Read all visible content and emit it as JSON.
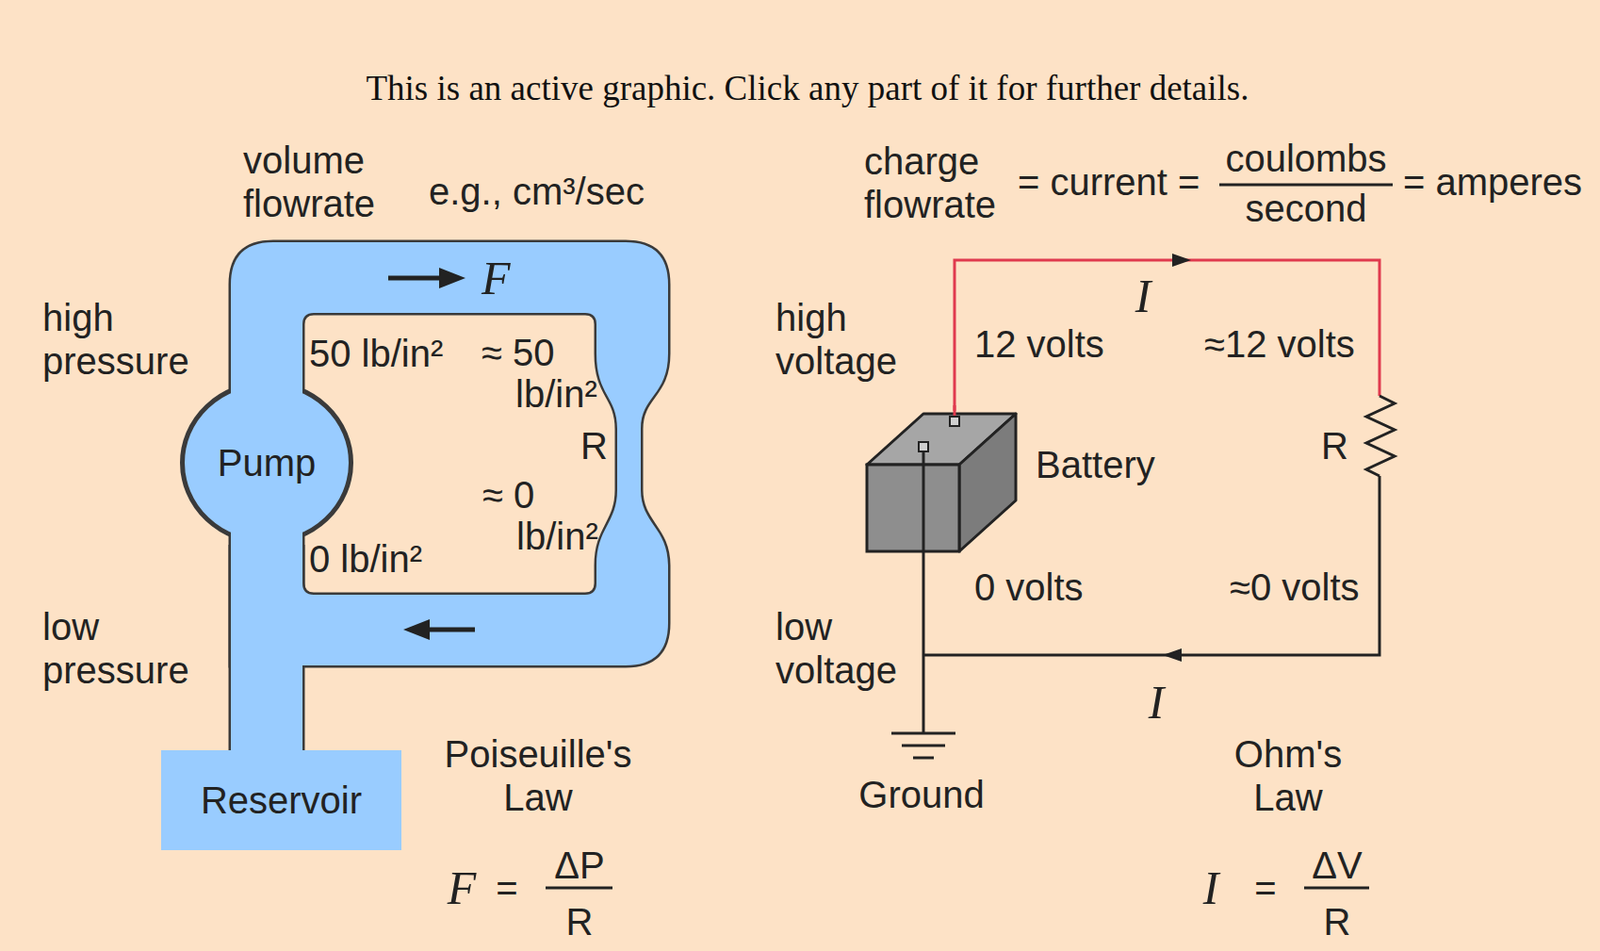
{
  "diagram": {
    "title": "This is an active graphic. Click any part of it for further details.",
    "nodes": [
      {
        "text": [
          "Pump"
        ]
      },
      {
        "text": [
          "Reservoir"
        ]
      },
      {
        "text": [
          "Battery"
        ]
      }
    ],
    "edges": [
      {
        "from": 1,
        "to": 0,
        "arrow": "none"
      }
    ],
    "labels": [
      "volume flowrate",
      "e.g., cm³/sec",
      "F",
      "high pressure",
      "50 lb/in²",
      "≈ 50 lb/in²",
      "R",
      "≈ 0 lb/in²",
      "0 lb/in²",
      "low pressure",
      "Poiseuille's Law",
      "F",
      "=",
      "ΔP",
      "R",
      "charge flowrate",
      "= current =",
      "coulombs",
      "second",
      "= amperes",
      "high voltage",
      "12 volts",
      "≈12 volts",
      "I",
      "R",
      "0 volts",
      "≈0 volts",
      "I",
      "low voltage",
      "Ground",
      "Ohm's Law",
      "I",
      "=",
      "ΔV",
      "R"
    ]
  }
}
